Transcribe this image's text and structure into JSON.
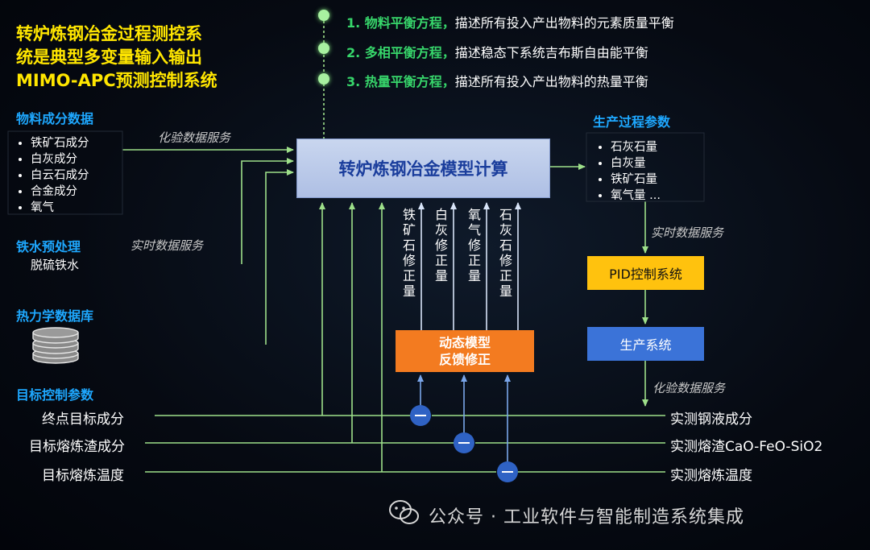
{
  "title": [
    "转炉炼钢冶金过程测控系",
    "统是典型多变量输入输出",
    "MIMO-APC预测控制系统"
  ],
  "equations": [
    {
      "key": "1. 物料平衡方程，",
      "desc": "描述所有投入产出物料的元素质量平衡"
    },
    {
      "key": "2. 多相平衡方程，",
      "desc": "描述稳态下系统吉布斯自由能平衡"
    },
    {
      "key": "3. 热量平衡方程，",
      "desc": "描述所有投入产出物料的热量平衡"
    }
  ],
  "left": {
    "material_title": "物料成分数据",
    "material_items": [
      "铁矿石成分",
      "白灰成分",
      "白云石成分",
      "合金成分",
      "氧气"
    ],
    "hotmetal_title": "铁水预处理",
    "hotmetal_item": "脱硫铁水",
    "thermo_title": "热力学数据库",
    "target_title": "目标控制参数",
    "targets": [
      "终点目标成分",
      "目标熔炼渣成分",
      "目标熔炼温度"
    ]
  },
  "services": {
    "lab_left": "化验数据服务",
    "realtime_left": "实时数据服务",
    "realtime_right": "实时数据服务",
    "lab_right": "化验数据服务"
  },
  "model_box": "转炉炼钢冶金模型计算",
  "corrections": [
    "铁矿石修正量",
    "白灰修正量",
    "氧气修正量",
    "石灰石修正量"
  ],
  "feedback": [
    "动态模型",
    "反馈修正"
  ],
  "right": {
    "params_title": "生产过程参数",
    "params": [
      "石灰石量",
      "白灰量",
      "铁矿石量",
      "氧气量 ..."
    ],
    "pid": "PID控制系统",
    "production": "生产系统",
    "measured": [
      "实测钢液成分",
      "实测熔渣CaO-FeO-SiO2",
      "实测熔炼温度"
    ]
  },
  "watermark": "公众号 · 工业软件与智能制造系统集成",
  "colors": {
    "title": "#ffe600",
    "heading": "#1ea8ff",
    "equation_key": "#37d66b",
    "line": "#9ee08a",
    "feedback": "#f37b20",
    "pid": "#ffc20e",
    "production": "#3b73d8"
  }
}
